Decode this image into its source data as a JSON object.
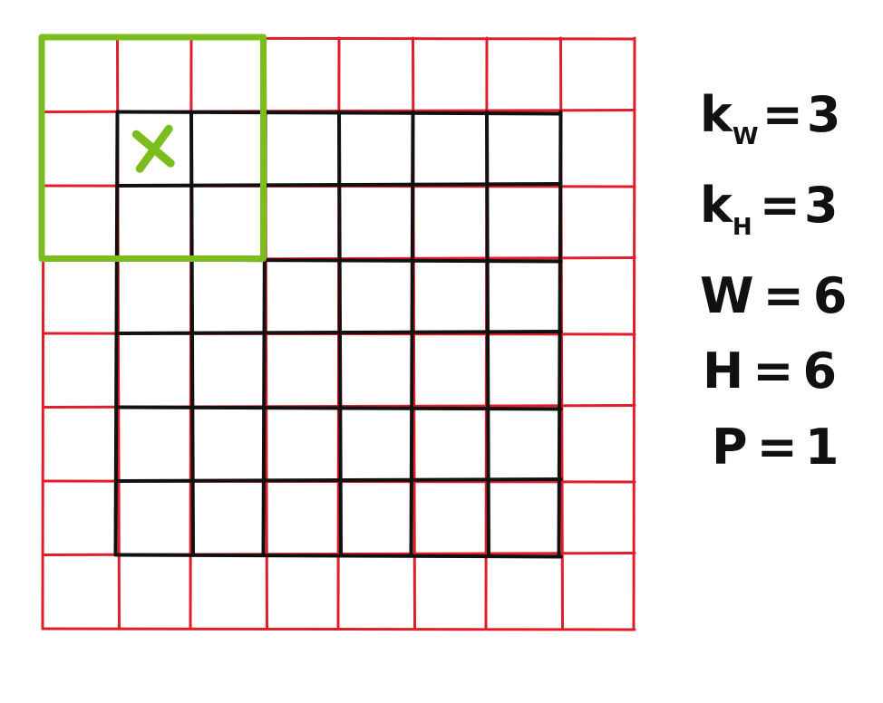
{
  "diagram": {
    "padding_grid": {
      "rows": 8,
      "cols": 8,
      "color": "#e01e2b"
    },
    "input_grid": {
      "rows": 6,
      "cols": 6,
      "color": "#111111"
    },
    "kernel_window": {
      "size": 3,
      "color": "#7bbd1e"
    },
    "marker": {
      "glyph": "x",
      "color": "#7bbd1e"
    }
  },
  "params": [
    {
      "symbol": "k",
      "subscript": "W",
      "eq": "=",
      "value": "3"
    },
    {
      "symbol": "k",
      "subscript": "H",
      "eq": "=",
      "value": "3"
    },
    {
      "symbol": "W",
      "subscript": "",
      "eq": "=",
      "value": "6"
    },
    {
      "symbol": "H",
      "subscript": "",
      "eq": "=",
      "value": "6"
    },
    {
      "symbol": "P",
      "subscript": "",
      "eq": "=",
      "value": "1"
    }
  ]
}
